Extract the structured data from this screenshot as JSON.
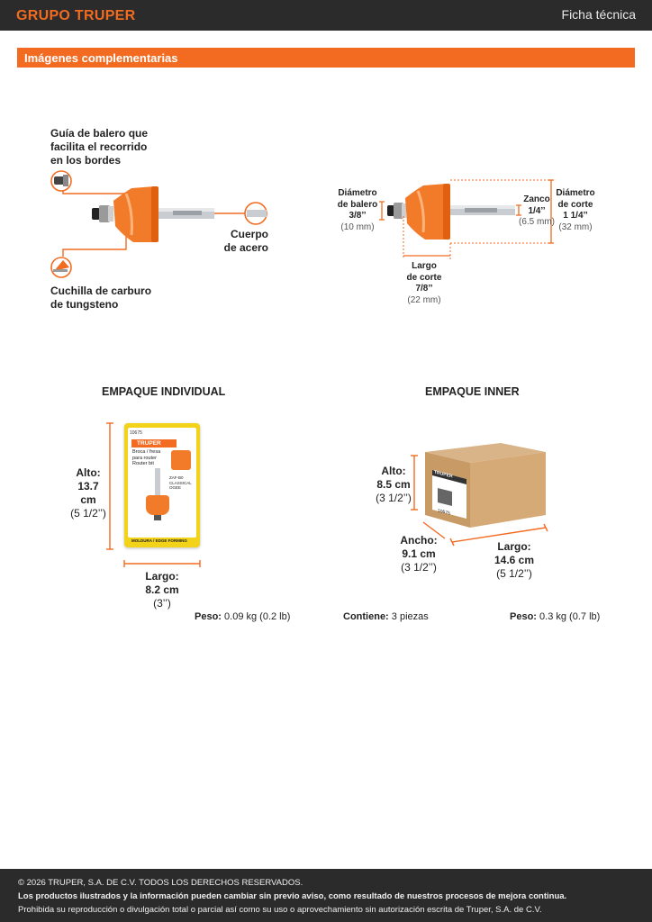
{
  "header": {
    "logo": "GRUPO TRUPER",
    "doc_type": "Ficha técnica"
  },
  "section": {
    "title": "Imágenes complementarias"
  },
  "features": {
    "bearing_guide": [
      "Guía de balero que",
      "facilita el recorrido",
      "en los bordes"
    ],
    "carbide_blade": [
      "Cuchilla de carburo",
      "de tungsteno"
    ],
    "steel_body": [
      "Cuerpo",
      "de acero"
    ]
  },
  "dimensions": {
    "bearing_diameter": {
      "label": [
        "Diámetro",
        "de balero"
      ],
      "value": "3/8’’",
      "metric": "(10 mm)"
    },
    "shank": {
      "label": "Zanco",
      "value": "1/4’’",
      "metric": "(6.5 mm)"
    },
    "cut_diameter": {
      "label": [
        "Diámetro",
        "de corte"
      ],
      "value": "1 1/4’’",
      "metric": "(32 mm)"
    },
    "cut_length": {
      "label": [
        "Largo",
        "de corte"
      ],
      "value": "7/8’’",
      "metric": "(22 mm)"
    }
  },
  "packaging": {
    "individual": {
      "title": "EMPAQUE INDIVIDUAL",
      "height_label": "Alto:",
      "height_value": "13.7 cm",
      "height_imperial": "(5 1/2’’)",
      "length_label": "Largo:",
      "length_value": "8.2 cm",
      "length_imperial": "(3’’)",
      "weight_label": "Peso:",
      "weight_value": "0.09 kg (0.2 lb)",
      "card": {
        "brand": "TRUPER",
        "code": "10675",
        "model": "ZAF-B0",
        "name_lines": [
          "Broca / fresa",
          "para router",
          "Router bit"
        ],
        "style": "CLASSICAL OGEE",
        "footer": "MOLDURA / EDGE FORMING"
      }
    },
    "inner": {
      "title": "EMPAQUE INNER",
      "height_label": "Alto:",
      "height_value": "8.5 cm",
      "height_imperial": "(3 1/2’’)",
      "width_label": "Ancho:",
      "width_value": "9.1 cm",
      "width_imperial": "(3 1/2’’)",
      "length_label": "Largo:",
      "length_value": "14.6 cm",
      "length_imperial": "(5 1/2’’)",
      "contains_label": "Contiene:",
      "contains_value": "3 piezas",
      "weight_label": "Peso:",
      "weight_value": "0.3 kg (0.7 lb)",
      "box": {
        "brand": "TRUPER",
        "code": "10675"
      }
    }
  },
  "footer": {
    "copyright": "© 2026 TRUPER, S.A. DE C.V. TODOS LOS DERECHOS RESERVADOS.",
    "disclaimer": "Los productos ilustrados y la información pueden cambiar sin previo aviso, como resultado de nuestros procesos de mejora continua.",
    "prohibition": "Prohibida su reproducción o divulgación total o parcial así como su uso o aprovechamiento sin autorización escrita de Truper, S.A. de C.V."
  },
  "colors": {
    "accent": "#f26b21",
    "dark": "#2b2b2b"
  }
}
